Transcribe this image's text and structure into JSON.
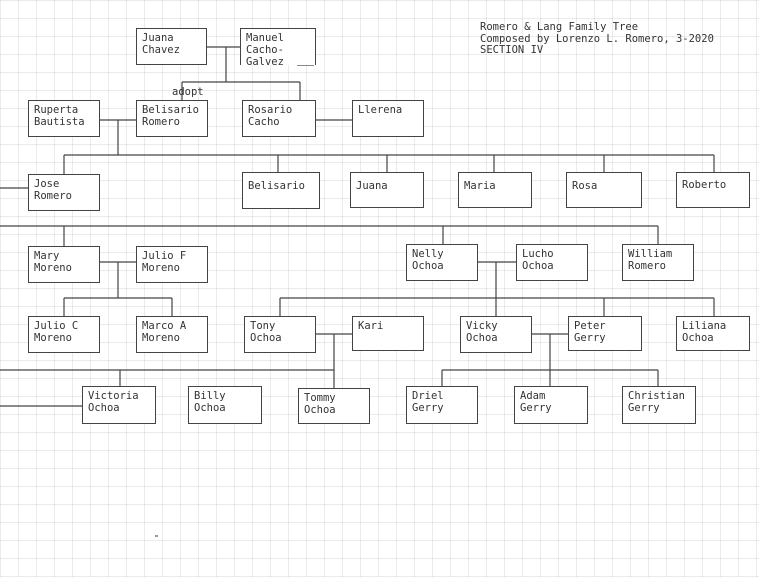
{
  "header": {
    "title": "Romero & Lang Family Tree",
    "composer": "Composed by Lorenzo L. Romero, 3-2020",
    "section": "SECTION IV"
  },
  "annotations": {
    "adopt": "adopt"
  },
  "people": {
    "juana_chavez": [
      "Juana",
      "Chavez"
    ],
    "manuel_cacho_galvez": [
      "Manuel",
      "Cacho-",
      "Galvez"
    ],
    "ruperta_bautista": [
      "Ruperta",
      "Bautista"
    ],
    "belisario_romero": [
      "Belisario",
      "Romero"
    ],
    "rosario_cacho": [
      "Rosario",
      "Cacho"
    ],
    "llerena": [
      "Llerena"
    ],
    "jose_romero": [
      "Jose",
      "Romero"
    ],
    "belisario": [
      "Belisario"
    ],
    "juana": [
      "Juana"
    ],
    "maria": [
      "Maria"
    ],
    "rosa": [
      "Rosa"
    ],
    "roberto": [
      "Roberto"
    ],
    "mary_moreno": [
      "Mary",
      "Moreno"
    ],
    "julio_f_moreno": [
      "Julio F",
      "Moreno"
    ],
    "nelly_ochoa": [
      "Nelly",
      "Ochoa"
    ],
    "lucho_ochoa": [
      "Lucho",
      "Ochoa"
    ],
    "william_romero": [
      "William",
      "Romero"
    ],
    "julio_c_moreno": [
      "Julio C",
      "Moreno"
    ],
    "marco_a_moreno": [
      "Marco A",
      "Moreno"
    ],
    "tony_ochoa": [
      "Tony",
      "Ochoa"
    ],
    "kari": [
      "Kari"
    ],
    "vicky_ochoa": [
      "Vicky",
      "Ochoa"
    ],
    "peter_gerry": [
      "Peter",
      "Gerry"
    ],
    "liliana_ochoa": [
      "Liliana",
      "Ochoa"
    ],
    "victoria_ochoa": [
      "Victoria",
      "Ochoa"
    ],
    "billy_ochoa": [
      "Billy",
      "Ochoa"
    ],
    "tommy_ochoa": [
      "Tommy",
      "Ochoa"
    ],
    "driel_gerry": [
      "Driel",
      "Gerry"
    ],
    "adam_gerry": [
      "Adam",
      "Gerry"
    ],
    "christian_gerry": [
      "Christian",
      "Gerry"
    ]
  }
}
